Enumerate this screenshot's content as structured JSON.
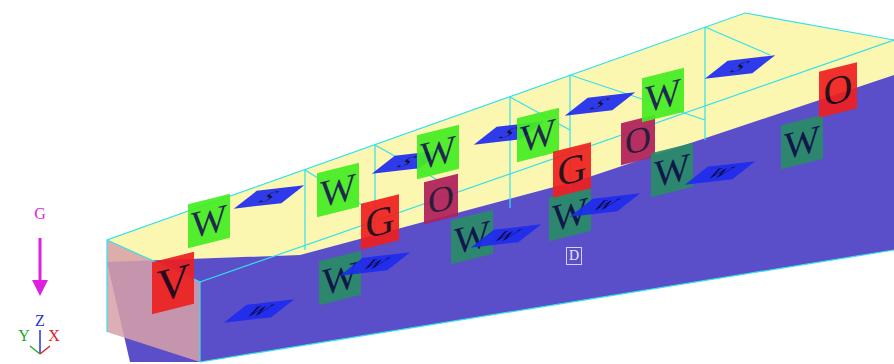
{
  "diagram": {
    "nodes": [
      {
        "text": [
          "V"
        ]
      },
      {
        "text": [
          "W"
        ]
      },
      {
        "text": [
          "W"
        ]
      },
      {
        "text": [
          "S"
        ]
      },
      {
        "text": [
          "W"
        ]
      },
      {
        "text": [
          "W"
        ]
      },
      {
        "text": [
          "G"
        ]
      },
      {
        "text": [
          "W"
        ]
      },
      {
        "text": [
          "S"
        ]
      },
      {
        "text": [
          "W"
        ]
      },
      {
        "text": [
          "O"
        ]
      },
      {
        "text": [
          "W"
        ]
      },
      {
        "text": [
          "W"
        ]
      },
      {
        "text": [
          "S"
        ]
      },
      {
        "text": [
          "W"
        ]
      },
      {
        "text": [
          "W"
        ]
      },
      {
        "text": [
          "G"
        ]
      },
      {
        "text": [
          "D"
        ]
      },
      {
        "text": [
          "S"
        ]
      },
      {
        "text": [
          "W"
        ]
      },
      {
        "text": [
          "O"
        ]
      },
      {
        "text": [
          "W"
        ]
      },
      {
        "text": [
          "W"
        ]
      },
      {
        "text": [
          "W"
        ]
      },
      {
        "text": [
          "S"
        ]
      },
      {
        "text": [
          "W"
        ]
      },
      {
        "text": [
          "O"
        ]
      }
    ],
    "labels": [
      "G",
      "Z",
      "Y",
      "X"
    ]
  }
}
